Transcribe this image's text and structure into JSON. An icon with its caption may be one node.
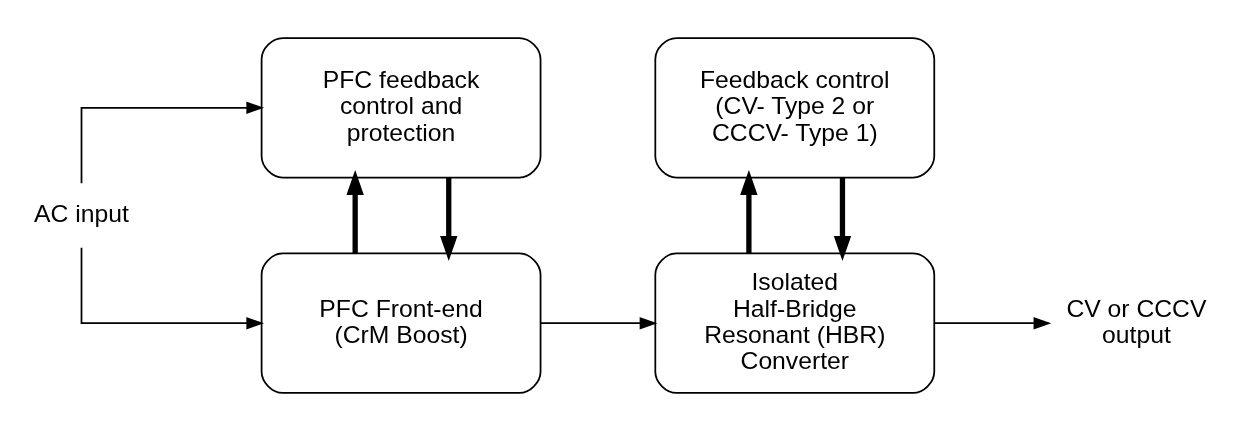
{
  "diagram": {
    "nodes": [
      {
        "text": [
          "AC input"
        ]
      },
      {
        "text": [
          "PFC Front-end (CrM Boost)"
        ]
      },
      {
        "text": [
          "PFC feedback control and protection"
        ]
      },
      {
        "text": [
          "Isolated Half-Bridge Resonant (HBR) Converter"
        ]
      },
      {
        "text": [
          "Feedback control (CV- Type 2 or CCCV- Type 1)"
        ]
      },
      {
        "text": [
          "CV or CCCV output"
        ]
      }
    ],
    "edges": [
      {
        "from": 0,
        "to": 1,
        "arrow": "to"
      },
      {
        "from": 0,
        "to": 2,
        "arrow": "to"
      },
      {
        "from": 1,
        "to": 3,
        "arrow": "to"
      },
      {
        "from": 1,
        "to": 2,
        "arrow": "to",
        "style": "thick"
      },
      {
        "from": 2,
        "to": 1,
        "arrow": "to",
        "style": "thick"
      },
      {
        "from": 3,
        "to": 5,
        "arrow": "to"
      },
      {
        "from": 3,
        "to": 4,
        "arrow": "to",
        "style": "thick"
      },
      {
        "from": 4,
        "to": 3,
        "arrow": "to",
        "style": "thick"
      }
    ]
  }
}
